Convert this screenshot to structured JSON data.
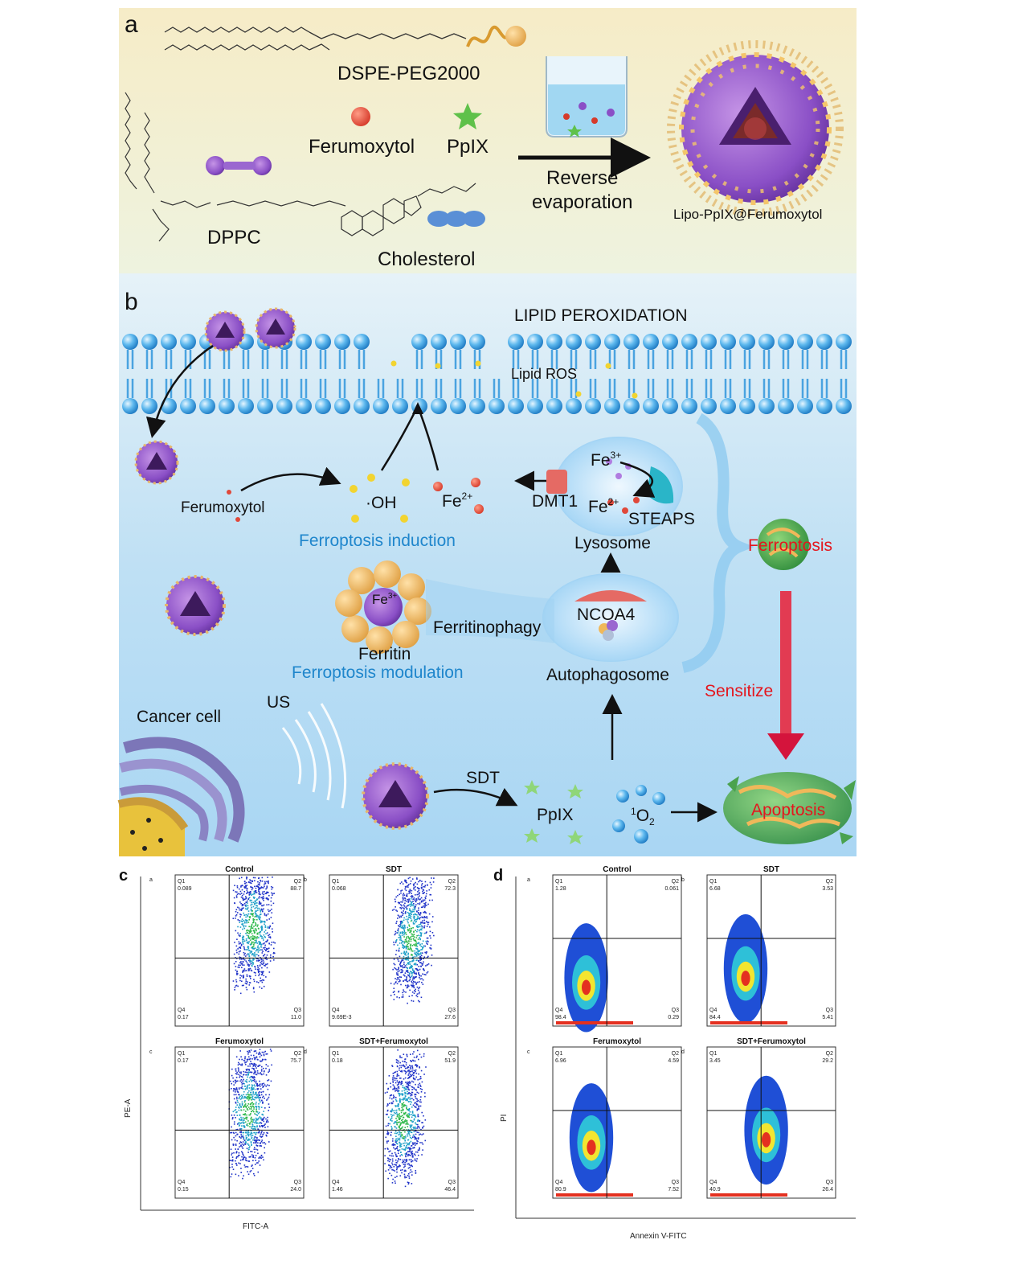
{
  "panel_a": {
    "letter": "a",
    "dspe": "DSPE-PEG2000",
    "ferumoxytol": "Ferumoxytol",
    "ppix": "PpIX",
    "reverse": "Reverse",
    "evaporation": "evaporation",
    "product": "Lipo-PpIX@Ferumoxytol",
    "dppc": "DPPC",
    "cholesterol": "Cholesterol"
  },
  "panel_b": {
    "letter": "b",
    "lipid_peroxidation": "LIPID PEROXIDATION",
    "lipid_ros": "Lipid ROS",
    "ferumoxytol": "Ferumoxytol",
    "oh": "·OH",
    "fe2": "Fe",
    "fe2_sup": "2+",
    "fe3_lys": "Fe",
    "fe3_lys_sup": "3+",
    "fe2_lys": "Fe",
    "fe2_lys_sup": "2+",
    "dmt1": "DMT1",
    "steaps": "STEAPS",
    "lysosome": "Lysosome",
    "ferroptosis_induction": "Ferroptosis induction",
    "ferritin_fe": "Fe",
    "ferritin_fe_sup": "3+",
    "ferritinophagy": "Ferritinophagy",
    "ncoa4": "NCOA4",
    "ferritin": "Ferritin",
    "ferroptosis_modulation": "Ferroptosis modulation",
    "autophagosome": "Autophagosome",
    "ferroptosis": "Ferroptosis",
    "sensitize": "Sensitize",
    "cancer_cell": "Cancer cell",
    "us": "US",
    "sdt": "SDT",
    "ppix": "PpIX",
    "singlet_pre": "1",
    "singlet_o": "O",
    "singlet_sub": "2",
    "apoptosis": "Apoptosis"
  },
  "panel_c": {
    "letter": "c",
    "xlabel": "FITC-A",
    "ylabel": "PE-A",
    "plots": [
      {
        "sub": "a",
        "title": "Control",
        "q1": "0.089",
        "q2": "88.7",
        "q3": "11.0",
        "q4": "0.17"
      },
      {
        "sub": "b",
        "title": "SDT",
        "q1": "0.068",
        "q2": "72.3",
        "q3": "27.6",
        "q4": "9.69E-3"
      },
      {
        "sub": "c",
        "title": "Ferumoxytol",
        "q1": "0.17",
        "q2": "75.7",
        "q3": "24.0",
        "q4": "0.15"
      },
      {
        "sub": "d",
        "title": "SDT+Ferumoxytol",
        "q1": "0.18",
        "q2": "51.9",
        "q3": "46.4",
        "q4": "1.46"
      }
    ]
  },
  "panel_d": {
    "letter": "d",
    "xlabel": "Annexin V-FITC",
    "ylabel": "PI",
    "plots": [
      {
        "sub": "a",
        "title": "Control",
        "q1": "1.28",
        "q2": "0.061",
        "q3": "0.29",
        "q4": "98.4"
      },
      {
        "sub": "b",
        "title": "SDT",
        "q1": "6.68",
        "q2": "3.53",
        "q3": "5.41",
        "q4": "84.4"
      },
      {
        "sub": "c",
        "title": "Ferumoxytol",
        "q1": "6.96",
        "q2": "4.59",
        "q3": "7.52",
        "q4": "80.9"
      },
      {
        "sub": "d",
        "title": "SDT+Ferumoxytol",
        "q1": "3.45",
        "q2": "29.2",
        "q3": "26.4",
        "q4": "40.9"
      }
    ]
  }
}
